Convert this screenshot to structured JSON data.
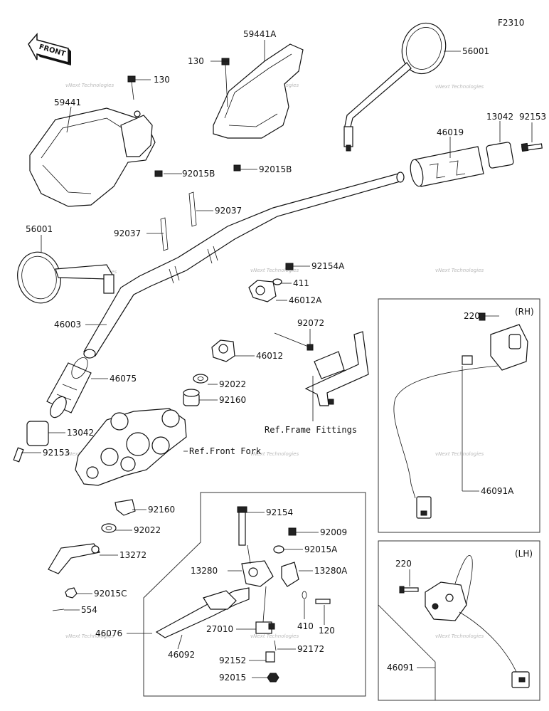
{
  "diagram_code": "F2310",
  "front_label": "FRONT",
  "watermark": "vNext Technologies",
  "sections": {
    "rh": "(RH)",
    "lh": "(LH)"
  },
  "references": {
    "frame": "Ref.Frame Fittings",
    "fork": "Ref.Front Fork"
  },
  "parts": {
    "p59441A": "59441A",
    "p130a": "130",
    "p56001a": "56001",
    "p130b": "130",
    "p59441": "59441",
    "p13042a": "13042",
    "p92153a": "92153",
    "p46019": "46019",
    "p92015Ba": "92015B",
    "p92015Bb": "92015B",
    "p92037a": "92037",
    "p92037b": "92037",
    "p56001b": "56001",
    "p92154A": "92154A",
    "p411": "411",
    "p46012A": "46012A",
    "p46003": "46003",
    "p92072": "92072",
    "p220a": "220",
    "p46012": "46012",
    "p46075": "46075",
    "p92022a": "92022",
    "p92160a": "92160",
    "p13042b": "13042",
    "p92153b": "92153",
    "p46091A": "46091A",
    "p92160b": "92160",
    "p92154": "92154",
    "p92022b": "92022",
    "p92009": "92009",
    "p13272": "13272",
    "p92015A": "92015A",
    "p13280": "13280",
    "p13280A": "13280A",
    "p220b": "220",
    "p92015C": "92015C",
    "p554": "554",
    "p410": "410",
    "p120": "120",
    "p46076": "46076",
    "p27010": "27010",
    "p92172": "92172",
    "p46092": "46092",
    "p92152": "92152",
    "p46091": "46091",
    "p92015": "92015"
  }
}
